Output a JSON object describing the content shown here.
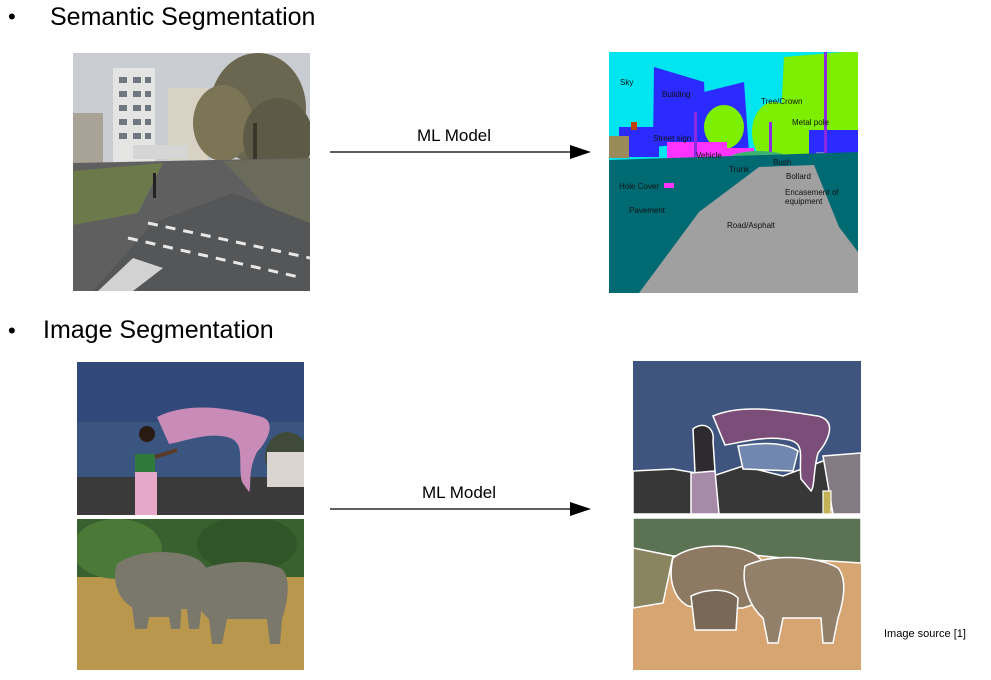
{
  "sections": [
    {
      "bullet": "•",
      "title": "Semantic Segmentation",
      "arrow_label": "ML Model"
    },
    {
      "bullet": "•",
      "title": "Image Segmentation",
      "arrow_label": "ML Model"
    }
  ],
  "semantic_labels": {
    "sky": "Sky",
    "building": "Building",
    "tree_crown": "Tree/Crown",
    "metal_pole": "Metal pole",
    "street_sign": "Street sign",
    "vehicle": "Vehicle",
    "trunk": "Trunk",
    "bush": "Bush",
    "bollard": "Bollard",
    "hole_cover": "Hole Cover",
    "encasement": "Encasement of equipment",
    "pavement": "Pavement",
    "road": "Road/Asphalt"
  },
  "footer": {
    "source": "Image source [1]"
  },
  "colors": {
    "sky": "#00e5f0",
    "building": "#2b2bff",
    "tree": "#7cf000",
    "vehicle": "#ff33ff",
    "pavement": "#006a73",
    "road": "#a0a0a0",
    "trunk": "#8a2be2"
  }
}
